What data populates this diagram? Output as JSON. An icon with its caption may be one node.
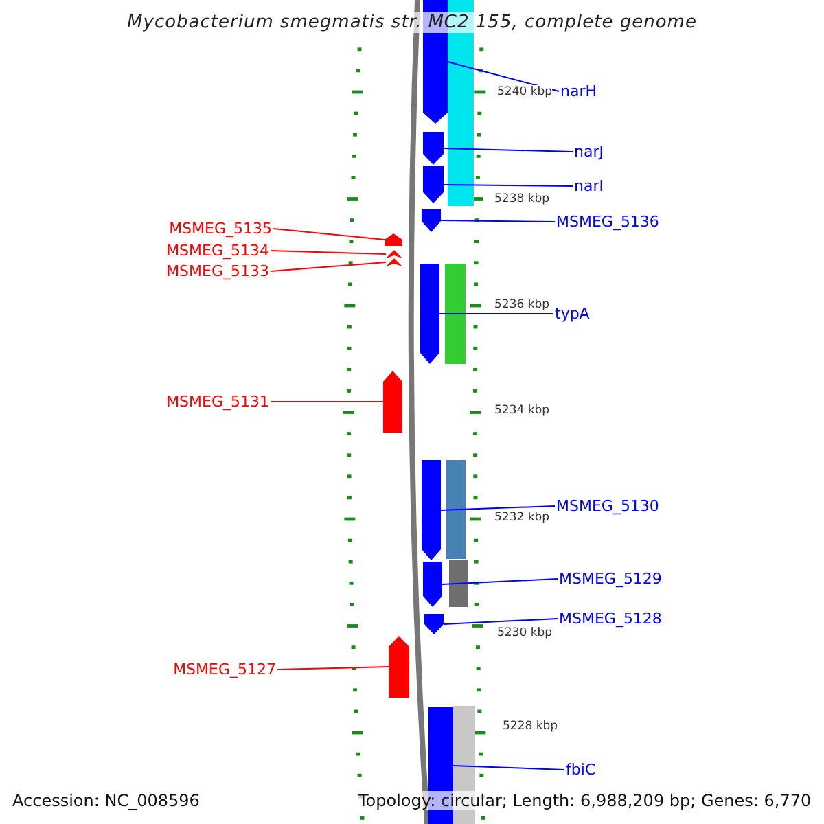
{
  "diagram": {
    "title": "Mycobacterium smegmatis str. MC2 155, complete genome",
    "nodes": [
      {
        "text": [
          "narH"
        ]
      },
      {
        "text": [
          "narJ"
        ]
      },
      {
        "text": [
          "narI"
        ]
      },
      {
        "text": [
          "MSMEG_5136"
        ]
      },
      {
        "text": [
          "typA"
        ]
      },
      {
        "text": [
          "MSMEG_5130"
        ]
      },
      {
        "text": [
          "MSMEG_5129"
        ]
      },
      {
        "text": [
          "MSMEG_5128"
        ]
      },
      {
        "text": [
          "fbiC"
        ]
      },
      {
        "text": [
          "MSMEG_5135"
        ]
      },
      {
        "text": [
          "MSMEG_5134"
        ]
      },
      {
        "text": [
          "MSMEG_5133"
        ]
      },
      {
        "text": [
          "MSMEG_5131"
        ]
      },
      {
        "text": [
          "MSMEG_5127"
        ]
      },
      {
        "text": [],
        "shape": "pentagon"
      },
      {
        "text": [],
        "shape": "pentagon"
      },
      {
        "text": [],
        "shape": "pentagon"
      },
      {
        "text": [],
        "shape": "pentagon"
      },
      {
        "text": [],
        "shape": "pentagon"
      },
      {
        "text": [],
        "shape": "pentagon"
      },
      {
        "text": [],
        "shape": "pentagon"
      },
      {
        "text": [],
        "shape": "pentagon"
      },
      {
        "text": [],
        "shape": "box"
      },
      {
        "text": [],
        "shape": "pentagon"
      },
      {
        "text": [],
        "shape": "pentagon"
      },
      {
        "text": [],
        "shape": "pentagon"
      },
      {
        "text": [],
        "shape": "pentagon"
      },
      {
        "text": [],
        "shape": "pentagon"
      }
    ],
    "edges": [
      {
        "from": 0,
        "to": 14,
        "arrow": "none"
      },
      {
        "from": 1,
        "to": 15,
        "arrow": "none"
      },
      {
        "from": 2,
        "to": 16,
        "arrow": "none"
      },
      {
        "from": 3,
        "to": 17,
        "arrow": "none"
      },
      {
        "from": 4,
        "to": 18,
        "arrow": "none"
      },
      {
        "from": 5,
        "to": 19,
        "arrow": "none"
      },
      {
        "from": 6,
        "to": 20,
        "arrow": "none"
      },
      {
        "from": 7,
        "to": 21,
        "arrow": "none"
      },
      {
        "from": 8,
        "to": 22,
        "arrow": "none"
      },
      {
        "from": 9,
        "to": 23,
        "arrow": "none",
        "color": "#ff0000"
      },
      {
        "from": 10,
        "to": 24,
        "arrow": "none",
        "color": "#ff0000"
      },
      {
        "from": 11,
        "to": 25,
        "arrow": "none",
        "color": "#ff0000"
      },
      {
        "from": 12,
        "to": 26,
        "arrow": "none",
        "color": "#ff0000"
      },
      {
        "from": 13,
        "to": 27,
        "arrow": "none",
        "color": "#ff0000"
      }
    ],
    "labels": [
      "5240 kbp",
      "5238 kbp",
      "5236 kbp",
      "5234 kbp",
      "5232 kbp",
      "5230 kbp",
      "5228 kbp",
      "Accession: NC_008596",
      "Topology: circular; Length: 6,988,209 bp; Genes: 6,770"
    ]
  }
}
